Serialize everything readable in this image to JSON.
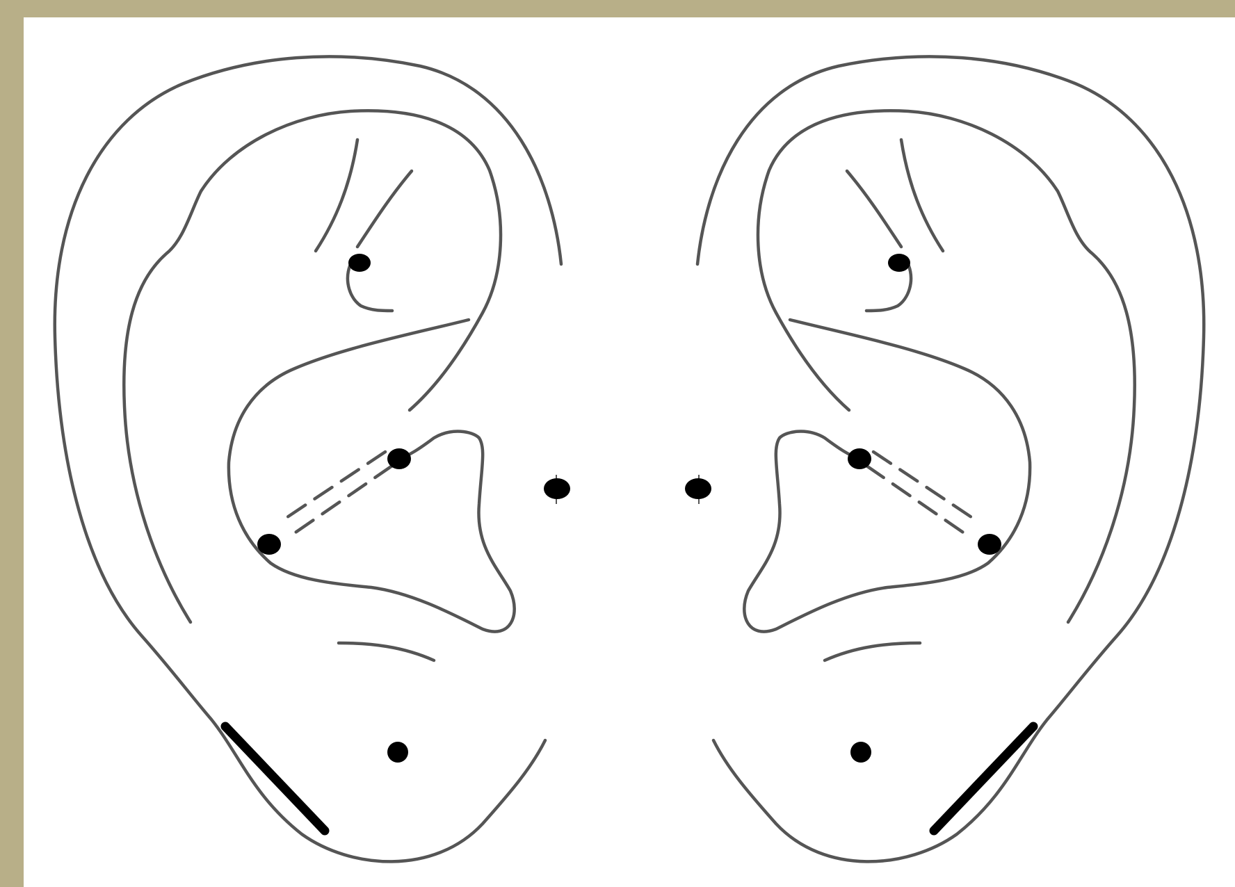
{
  "colors": {
    "frame": "#b8af88",
    "panel": "#ffffff",
    "outline": "#555555",
    "marker": "#000000"
  },
  "icons": {
    "left_ear": "left-ear-outline-icon",
    "right_ear": "right-ear-outline-icon"
  },
  "diagram": {
    "ears": [
      {
        "name": "left-ear",
        "points": [
          "upper-fossa-point",
          "crus-point",
          "antihelix-point",
          "earlobe-point"
        ],
        "segments": [
          "lower-helix-segment"
        ]
      },
      {
        "name": "right-ear",
        "points": [
          "upper-fossa-point",
          "crus-point",
          "antihelix-point",
          "earlobe-point"
        ],
        "segments": [
          "lower-helix-segment"
        ]
      }
    ],
    "center_points": [
      "left-tragus-point",
      "right-tragus-point"
    ]
  }
}
